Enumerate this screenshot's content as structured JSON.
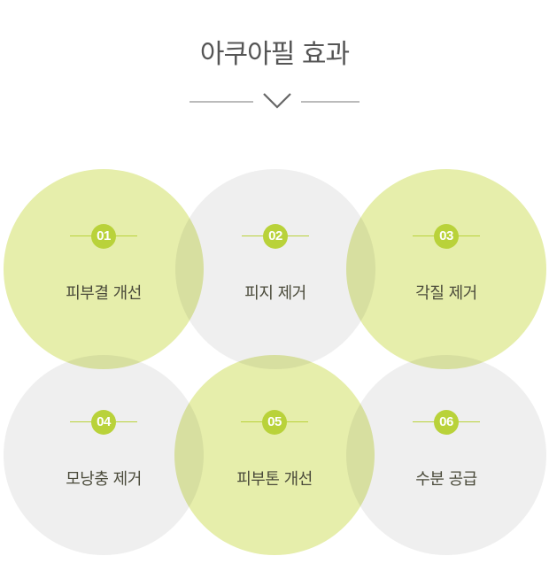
{
  "header": {
    "title": "아쿠아필 효과"
  },
  "colors": {
    "green_circle": "#e6eeab",
    "gray_circle": "#efefef",
    "accent": "#b9d23a",
    "title_text": "#555555",
    "label_text": "#4a4a3a"
  },
  "icons": {
    "divider": "chevron-down-icon"
  },
  "effects": [
    {
      "number": "01",
      "label": "피부결 개선"
    },
    {
      "number": "02",
      "label": "피지 제거"
    },
    {
      "number": "03",
      "label": "각질 제거"
    },
    {
      "number": "04",
      "label": "모낭충 제거"
    },
    {
      "number": "05",
      "label": "피부톤 개선"
    },
    {
      "number": "06",
      "label": "수분 공급"
    }
  ]
}
